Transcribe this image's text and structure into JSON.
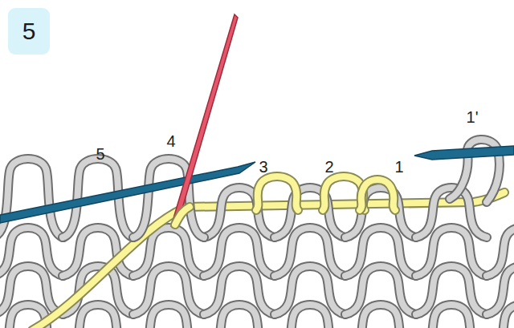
{
  "diagram": {
    "nodes": [
      {
        "text": [
          "5"
        ]
      }
    ],
    "labels": [
      "5",
      "4",
      "3",
      "2",
      "1",
      "1'"
    ]
  }
}
